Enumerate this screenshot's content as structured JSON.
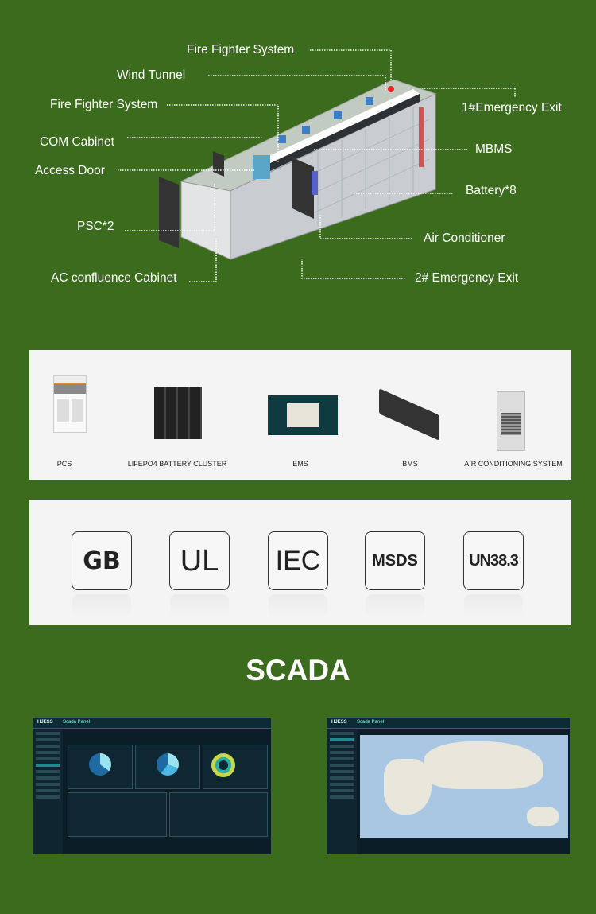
{
  "diagram": {
    "labels": {
      "fire_fighter_top": "Fire Fighter System",
      "wind_tunnel": "Wind Tunnel",
      "fire_fighter_left": "Fire Fighter System",
      "com_cabinet": "COM Cabinet",
      "access_door": "Access Door",
      "psc": "PSC*2",
      "ac_confluence": "AC confluence Cabinet",
      "emergency_exit_1": "1#Emergency Exit",
      "mbms": "MBMS",
      "battery": "Battery*8",
      "air_conditioner": "Air Conditioner",
      "emergency_exit_2": "2# Emergency Exit"
    }
  },
  "products": [
    {
      "label": "PCS"
    },
    {
      "label": "LIFEPO4 BATTERY CLUSTER"
    },
    {
      "label": "EMS"
    },
    {
      "label": "BMS"
    },
    {
      "label": "AIR CONDITIONING SYSTEM"
    }
  ],
  "certifications": [
    "GB",
    "UL",
    "IEC",
    "MSDS",
    "UN38.3"
  ],
  "scada": {
    "title": "SCADA",
    "screens": [
      {
        "brand": "HJESS",
        "panel_title": "Scada Panel"
      },
      {
        "brand": "HJESS",
        "panel_title": "Scada Panel"
      }
    ]
  },
  "colors": {
    "background": "#3b6b1c",
    "panel": "#f4f4f4",
    "scada_bg": "#0b1d27",
    "accent": "#1c8a8f"
  }
}
